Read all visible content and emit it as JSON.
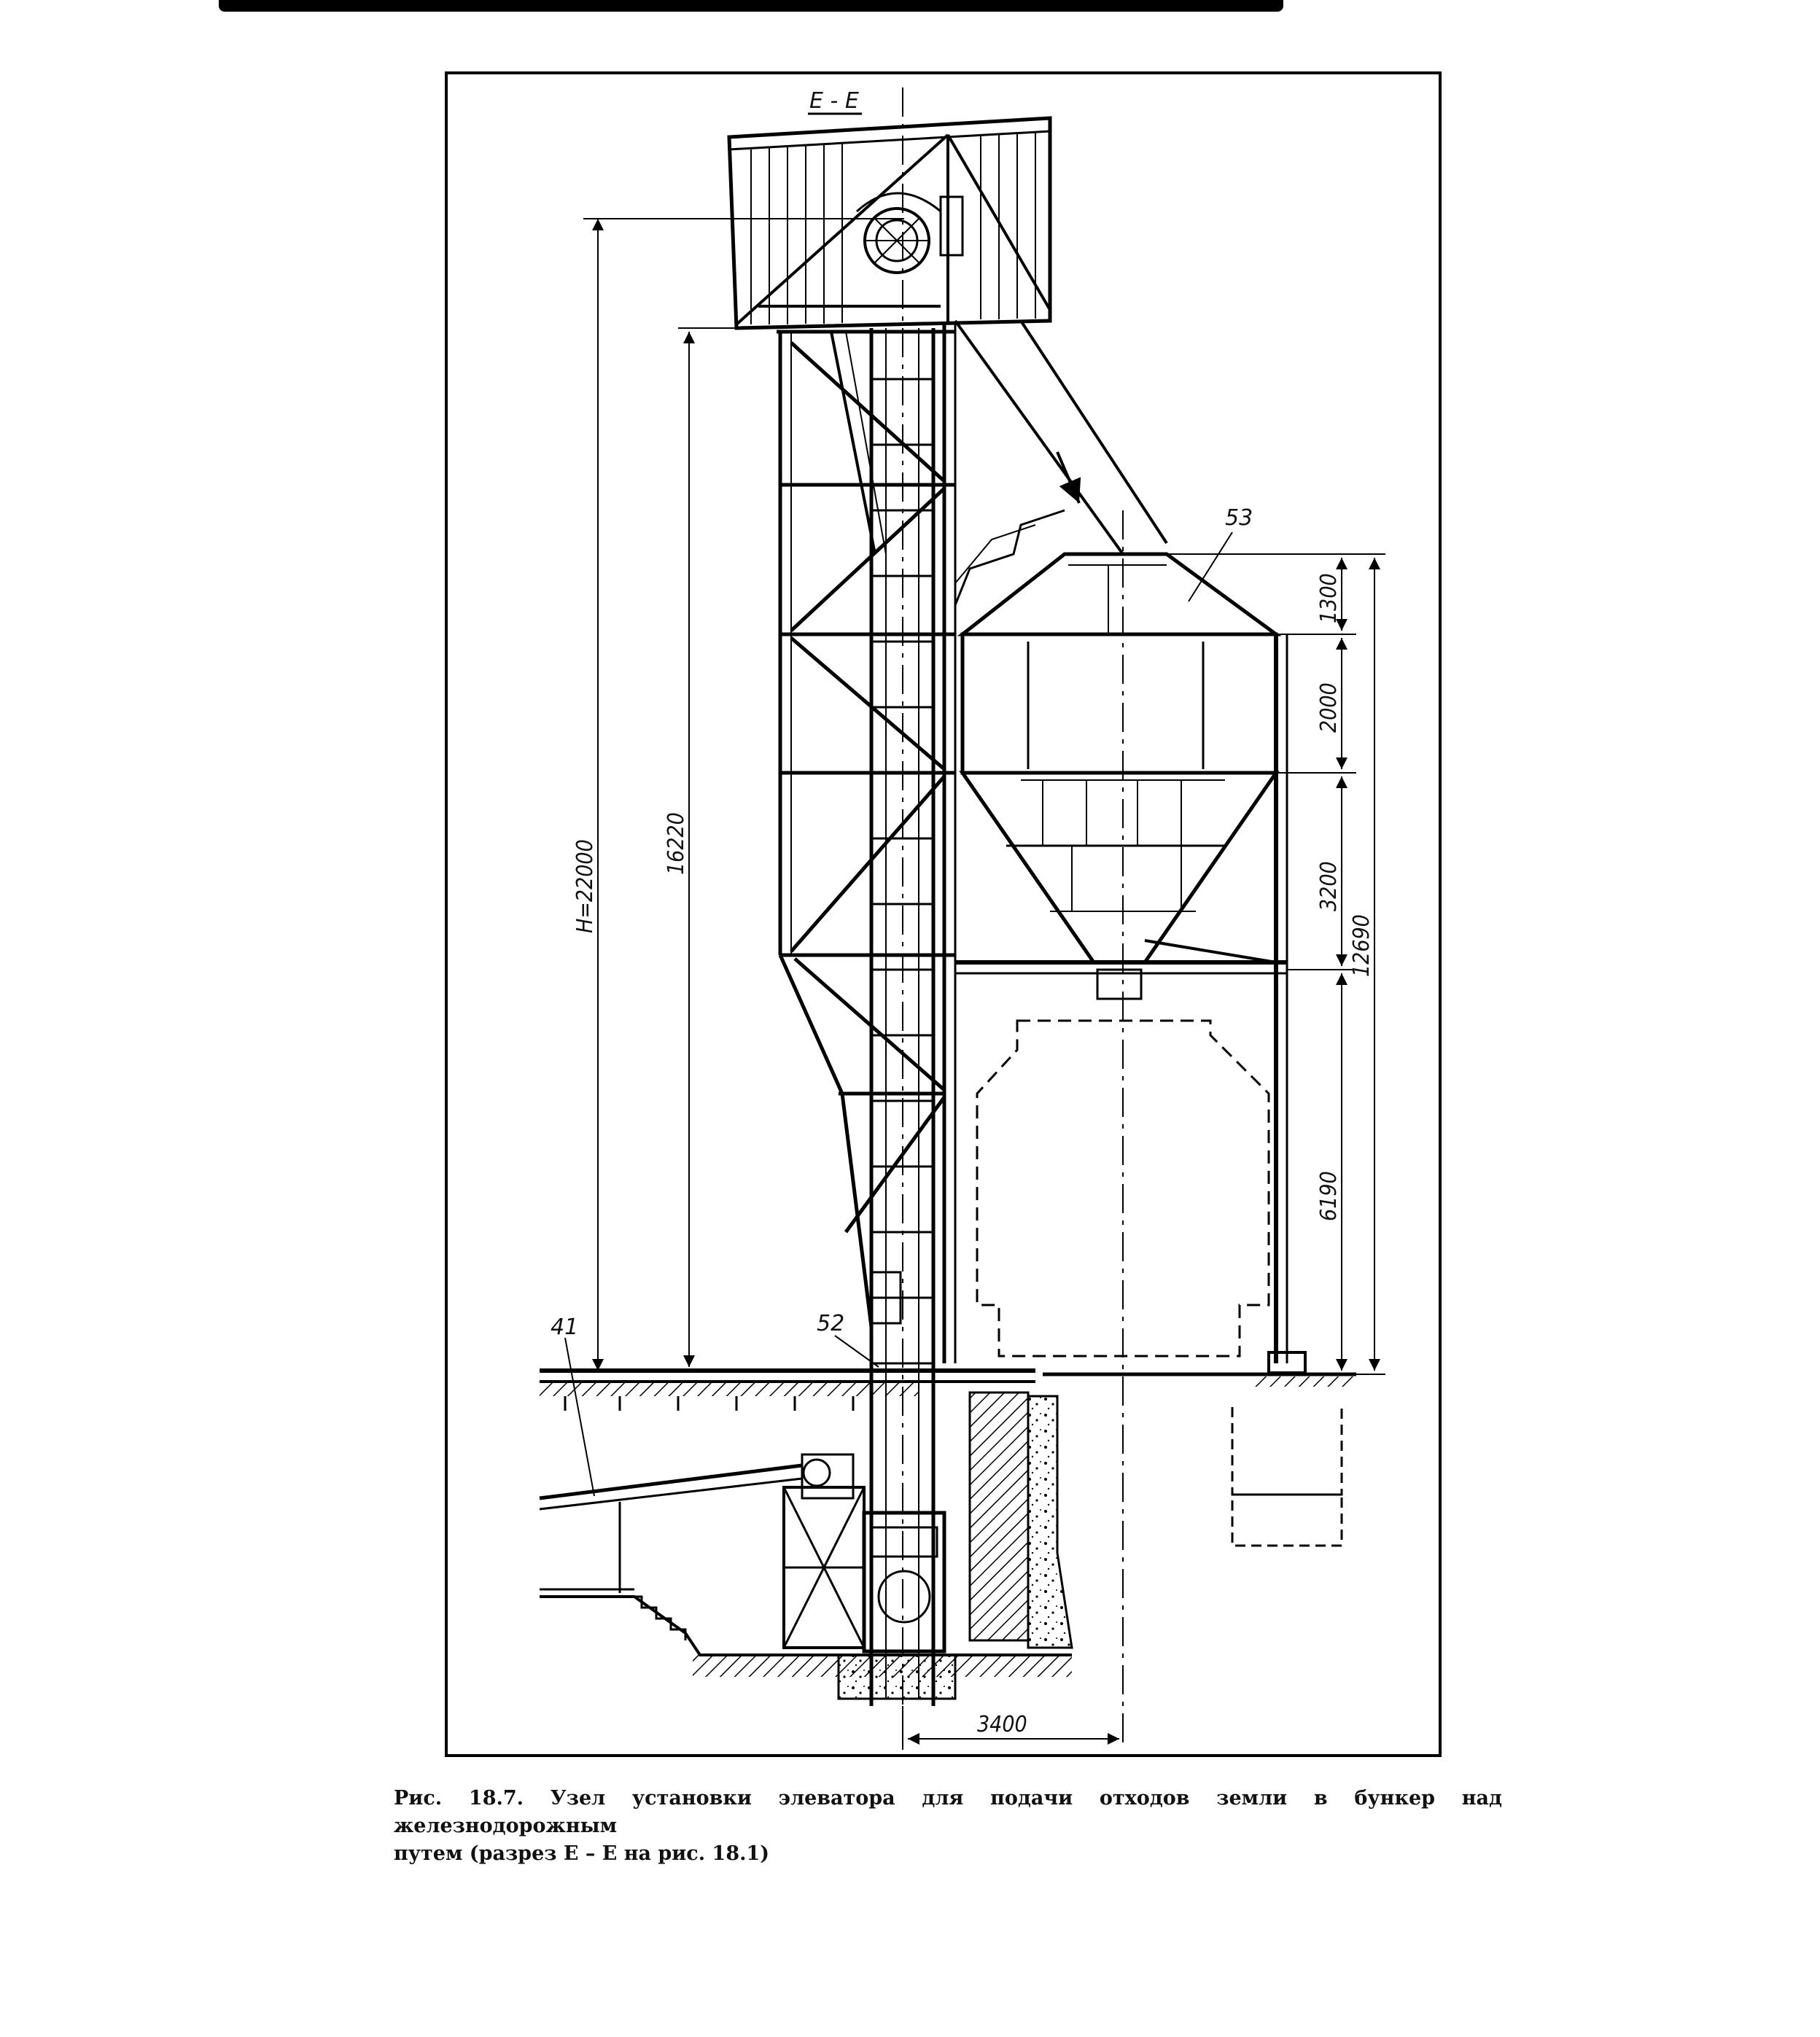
{
  "section_label": "E - E",
  "callouts": {
    "item_53": "53",
    "item_52": "52",
    "item_41": "41"
  },
  "dimensions": {
    "total_height": "H=22000",
    "shaft_height": "16220",
    "bunker_overall": "12690",
    "roof": "1300",
    "upper_wall": "2000",
    "hopper": "3200",
    "clearance": "6190",
    "axis_offset": "3400"
  },
  "caption": {
    "line1": "Рис. 18.7. Узел установки элеватора для подачи отходов земли в бункер над железнодорожным",
    "line2": "путем (разрез E – E на рис. 18.1)"
  }
}
